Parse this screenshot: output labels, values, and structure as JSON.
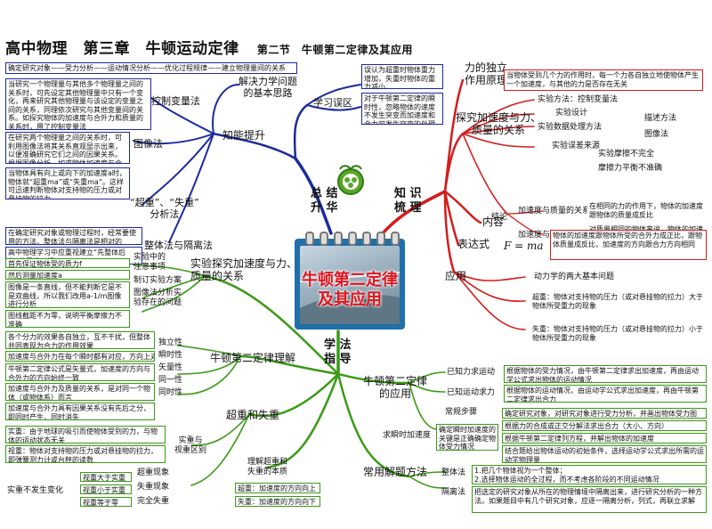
{
  "title": {
    "main": "高中物理　第三章　牛顿运动定律",
    "section": "第二节　牛顿第二定律及其应用"
  },
  "center": {
    "line1": "牛顿第二定律",
    "line2": "及其应用"
  },
  "hubs": {
    "summary": "总 结\n升 华",
    "knowledge": "知 识\n梳 理",
    "method": "学 法\n指 导"
  },
  "top_strip": "确定研究对象——受力分析——运动情况分析——优化过程规律——建立物理量间的关系",
  "blue": {
    "ideas": "解决力学问题\n的基本思路",
    "improve": "知能提升",
    "control": "控制变量法",
    "image": "图像法",
    "overweight": "“超重”、“失重”\n分析法",
    "whole": "整体法与隔离法",
    "mistakes": "学习误区",
    "p_control": "当研究一个物理量与其他多个物理量之间的关系时，可先设定其他物理量中只有一个变化，再来研究其他物理量与该设定的变量之间的关系，同理依次研究与其他变量间的关系。如探究物体的加速度与合外力和质量的关系时，用了控制变量法",
    "p_image": "在研究两个物理量之间的关系时，可利用图像法将其关系直观显示出来，以便准确研究它们之间的因果关系。根据图像分析，如求物体加速度与合外力的关系，可用a-F图像",
    "p_over": "当物体具有向上或向下的加速度a时，物体就“超重ma”或“失重ma”。这样可迅速判断物体对支持物的压力或对悬挂物的拉力",
    "p_whole1": "在确定研究对象或物理过程时，经常要使用的方法。整体法与隔离法是相对的",
    "p_whole2": "高中物理学习中应重视建立“先整体后分”的思维习惯",
    "p_mistake1": "误认为超重时物体重力增加，失重时物体的重力减小",
    "p_mistake2": "对于牛顿第二定律的瞬时性，忽略物体的速度不发生突变而加速度和合力可发生突变的处理"
  },
  "red": {
    "independence": "力的独立\n作用原理",
    "p_independence": "当物体受到几个力的作用时，每一个力各自独立地使物体产生一个加速度，与其他的力是否存在无关",
    "explore": "探究加速度与力、\n质量的关系",
    "exp_method": "实验方法：控制变量法",
    "exp_design": "实验设计",
    "exp_data": "实验数据处理方法",
    "exp_error": "实验误差来源",
    "descr": "描述方法",
    "graph": "图像法",
    "friction": "实验摩擦不完全",
    "friction2": "摩擦力平衡不准确",
    "conclusion": "结论",
    "c1": "加速度与质量的关系",
    "c2": "加速度与力的关系",
    "c1v": "在相同的力的作用下，物体的加速度跟物体的质量成反比",
    "c2v": "对质量相同的物体来说，物体的加速度跟作用在物体上的力成正比",
    "content": "内容",
    "content_v": "物体的加速度跟物体所受的合外力成正比，跟物体质量成反比，加速度的方向跟合力方向相同",
    "knowledge_label": "知识\n梳理",
    "expression": "表达式",
    "formula": "F = ma",
    "apply": "应用",
    "a1": "动力学的两大基本问题",
    "a2": "超重：物体对支持物的压力（或对悬挂物的拉力）大于物体所受重力的现象",
    "a3": "失重：物体对支持物的压力（或对悬挂物的拉力）小于物体所受重力的现象"
  },
  "green": {
    "explore": "实验探究加速度与力、\n质量的关系",
    "note": "实验中的\n注意事项",
    "tips": "制订实验方案",
    "img_method": "图像法分析实验存在的问题",
    "p1": "首先保证物体受的质力f",
    "p2": "然后测量加速度a",
    "p3": "图像是一条直线，但不能判断它是不是双曲线，所以我们改用a-1/m图像进行分析",
    "p4": "图线截距不为零，说明平衡摩擦力不准确",
    "understand": "牛顿第二定律理解",
    "u_vec": "矢量性",
    "u_inst": "瞬时性",
    "u_same": "同一性",
    "u_time": "同时性",
    "u_ind": "独立性",
    "u_p1": "各个分力的效果各自独立，互不干扰，但整体共同表现为合力的作用效果",
    "u_p2": "加速度与合外力在每个瞬时都有对应，方向上对应关系",
    "u_p3": "牛顿第二定律公式是矢量式，加速度的方向与合外力的方向始终一致",
    "u_p4": "加速度与合外力及质量的关系，是对同一个物体（或物体系）而言",
    "u_p5": "加速度与合外力具有因果关系没有先后之分，即同时产生，同时消失",
    "overweight": "超重和失重",
    "real": "实重与\n视重区别",
    "ow_p1": "实重：由于地球的吸引而使物体受到的力，与物体的运动状态无关",
    "ow_p2": "视重：物体对支持物的压力或对悬挂物的拉力，即弹簧测力计或台秤的读数",
    "over": "超重现象",
    "lose": "失重现象",
    "full": "完全失重",
    "g1": "视重大于实重",
    "g2": "视重小于实重",
    "g3": "视重等于零",
    "no_change": "实重不发生变化",
    "nature": "理解超重和\n失重的本质",
    "n1": "超重：加速度的方向向上",
    "n2": "失重：加速度的方向向下",
    "application": "牛顿第二定律\n的应用",
    "known_force": "已知力求运动",
    "known_motion": "已知运动求力",
    "kf": "根据物体的受力情况，由牛顿第二定律求出加速度，再由运动学公式求出物体的运动情况",
    "km": "根据物体的运动情况，由运动学公式求出加速度，再由牛顿第二定律求出合力",
    "steps": "常规步骤",
    "s1": "确定研究对象，对研究对象进行受力分析，并画出物体受力图",
    "s2": "根据力的合成或正交分解法求出合力（大小、方向）",
    "s3": "根据牛顿第二定律列方程，并解出物体的加速度",
    "s4": "结合题给出物体运动的初始条件，选择运动学公式求出所需的运动学物理量",
    "instant": "求瞬时加速度",
    "inst_v": "确定瞬时加速度的关键是正确确定物体受力情况",
    "common": "常用解题方法",
    "whole": "整体法",
    "isolate": "隔离法",
    "wv": "1.把几个物体视为一个整体；\n2.选择物体运动的全过程，而不考虑各阶段的不同运动情况",
    "iv": "把选定的研究对象从所在的物理情境中隔离出来，进行研究分析的一种方法。如果题目中有几个研究对象，应逐一隔离分析，列式，再联立求解"
  }
}
